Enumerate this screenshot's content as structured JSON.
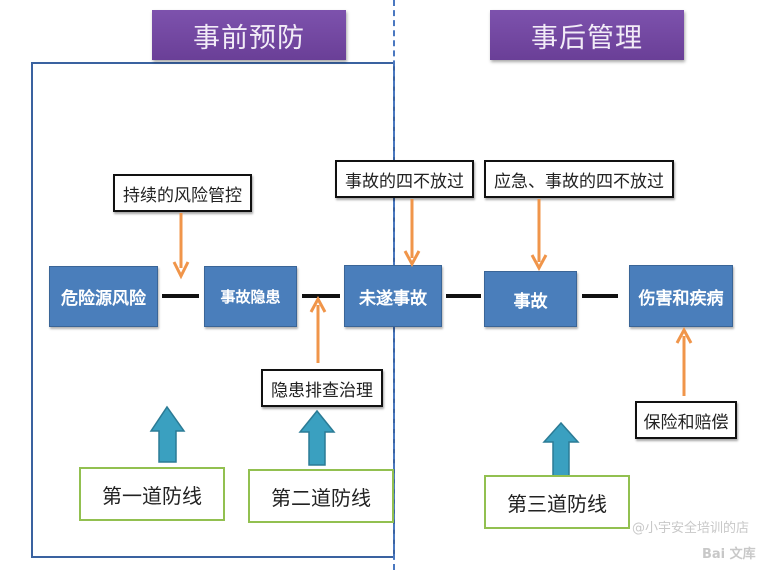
{
  "headers": {
    "prevention": "事前预防",
    "post_management": "事后管理"
  },
  "stages": [
    {
      "label": "危险源风险"
    },
    {
      "label": "事故隐患"
    },
    {
      "label": "未遂事故"
    },
    {
      "label": "事故"
    },
    {
      "label": "伤害和疾病"
    }
  ],
  "notes": {
    "continuous_risk_control": "持续的风险管控",
    "near_miss_four_nots": "事故的四不放过",
    "emergency_four_nots": "应急、事故的四不放过",
    "hazard_investigation": "隐患排查治理",
    "insurance_compensation": "保险和赔偿"
  },
  "defenses": {
    "first": "第一道防线",
    "second": "第二道防线",
    "third": "第三道防线"
  },
  "watermark": {
    "author": "@小宇安全培训的店",
    "brand": "Bai 文库"
  },
  "colors": {
    "header": "#6f44a0",
    "stage": "#4a7ebb",
    "arrow_orange": "#f0954a",
    "arrow_blue": "#3aa0c0",
    "defense_border": "#92c050",
    "frame": "#3a62a0"
  }
}
